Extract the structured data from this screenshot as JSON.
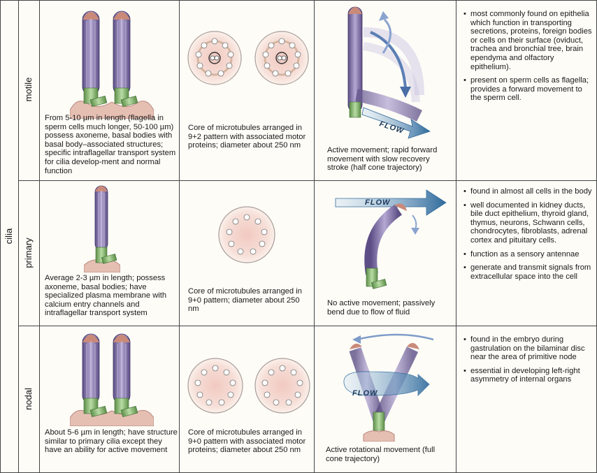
{
  "table": {
    "group_label": "cilia",
    "rows": [
      {
        "label": "motile",
        "structure": "From 5-10 µm in length (flagella in sperm cells much longer, 50-100 µm) possess axoneme, basal bodies with basal body–associated structures; specific intraflagellar transport system for cilia develop-ment and normal function",
        "core": "Core of microtubules arranged in 9+2 pattern with associated motor proteins; diameter about 250 nm",
        "movement": "Active movement; rapid forward movement with slow recovery stroke (half cone trajectory)",
        "flow_label": "FLOW",
        "locations": [
          "most commonly found on epithelia which function in transporting secretions, proteins, foreign bodies or cells on their surface (oviduct, trachea and bronchial tree, brain ependyma and olfactory epithelium).",
          "present on sperm cells as flagella; provides a forward movement to the sperm cell."
        ]
      },
      {
        "label": "primary",
        "structure": "Average 2-3 µm in length; possess axoneme, basal bodies; have specialized plasma membrane with calcium entry channels and intraflagellar transport system",
        "core": "Core of microtubules arranged in 9+0 pattern; diameter about 250 nm",
        "movement": "No active movement; passively bend due to flow of fluid",
        "flow_label": "FLOW",
        "locations": [
          "found in almost all cells in the body",
          "well documented in kidney ducts, bile duct epithelium, thyroid gland, thymus, neurons, Schwann cells, chondrocytes, fibroblasts, adrenal cortex and pituitary cells.",
          "function as a sensory antennae",
          "generate and transmit signals from extracellular space into the cell"
        ]
      },
      {
        "label": "nodal",
        "structure": "About 5-6 µm in length; have structure similar to primary cilia except they have an ability for active movement",
        "core": "Core of microtubules arranged in 9+0 pattern with associated motor proteins; diameter about 250 nm",
        "movement": "Active rotational movement (full cone trajectory)",
        "flow_label": "FLOW",
        "locations": [
          "found in the embryo during gastrulation on the bilaminar disc near the area of primitive node",
          "essential in developing left-right asymmetry of internal organs"
        ]
      }
    ]
  },
  "colors": {
    "cilium_body": "#8e7fb0",
    "cilium_tip": "#c98a7a",
    "basal_green": "#8fc07a",
    "cell_pink": "#e3b3a8",
    "flow_arrow": "#3f78a8",
    "grid": "#444444"
  }
}
